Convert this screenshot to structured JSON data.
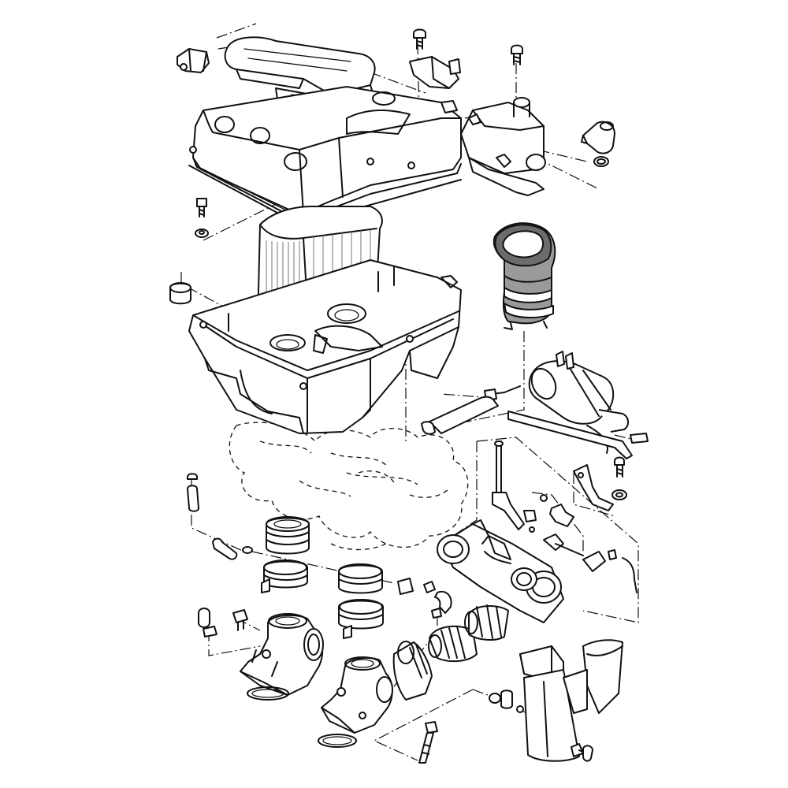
{
  "diagram": {
    "type": "exploded-parts-view",
    "colors": {
      "line": "#111111",
      "background": "#ffffff",
      "hose_shade": "#9a9a9a"
    },
    "parts": [
      "air-intake-duct",
      "air-cleaner-case-cover",
      "air-filter-element",
      "air-cleaner-case-lower",
      "breather-hose-elbow",
      "fuel-pump",
      "fuel-hose",
      "carburetor-bank",
      "carburetor-joint-rubbers",
      "hose-clamps",
      "intake-manifold-left",
      "intake-manifold-right",
      "mounting-bracket",
      "bolts-and-washers",
      "engine-outline"
    ]
  }
}
